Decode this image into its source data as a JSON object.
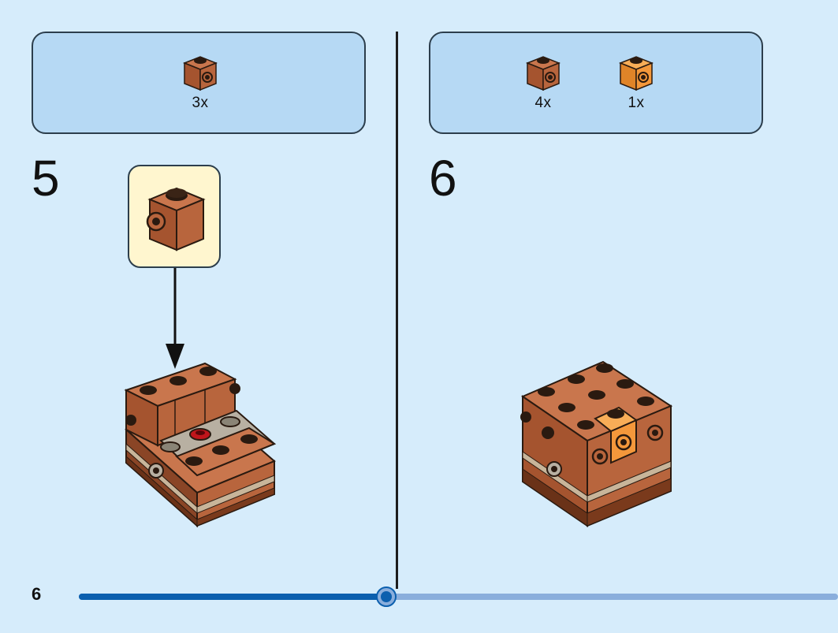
{
  "page_number": "6",
  "steps": [
    {
      "number": "5",
      "parts": [
        {
          "icon": "brick-1x1-studs-side-reddish-brown-icon",
          "color": "#b5633c",
          "quantity": "3x"
        }
      ]
    },
    {
      "number": "6",
      "parts": [
        {
          "icon": "brick-1x1-studs-side-reddish-brown-icon",
          "color": "#b5633c",
          "quantity": "4x"
        },
        {
          "icon": "brick-1x1-studs-side-orange-icon",
          "color": "#f4983b",
          "quantity": "1x"
        }
      ]
    }
  ],
  "progress": {
    "fraction": 0.406,
    "done_color": "#0b5fae",
    "remaining_color": "#8aaedc"
  },
  "colors": {
    "background": "#d6ecfb",
    "parts_box": "#b6d9f4",
    "callout": "#fff6cf",
    "reddish_brown": "#b5633c",
    "orange": "#f4983b"
  }
}
